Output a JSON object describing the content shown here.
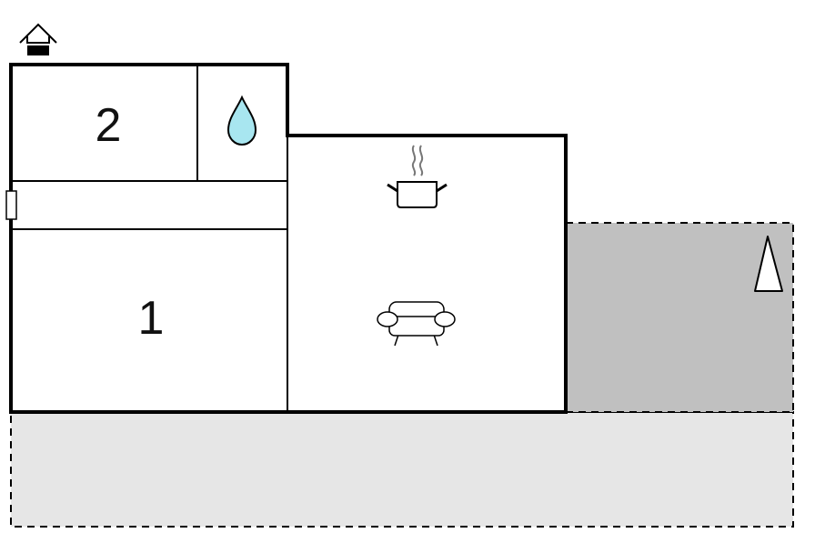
{
  "plan": {
    "rooms": [
      {
        "id": "bedroom-2",
        "label": "2"
      },
      {
        "id": "bedroom-1",
        "label": "1"
      }
    ],
    "icons": {
      "house_entrance": "house-entrance-icon",
      "bathroom": "water-drop-icon",
      "kitchen": "cooking-pot-icon",
      "living": "sofa-icon",
      "garden": "tree-icon",
      "door": "door-icon"
    },
    "colors": {
      "wall": "#000000",
      "terrace": "#c0c0c0",
      "outdoor": "#e6e6e6",
      "water": "#a8e6f0",
      "steam": "#777777"
    }
  }
}
